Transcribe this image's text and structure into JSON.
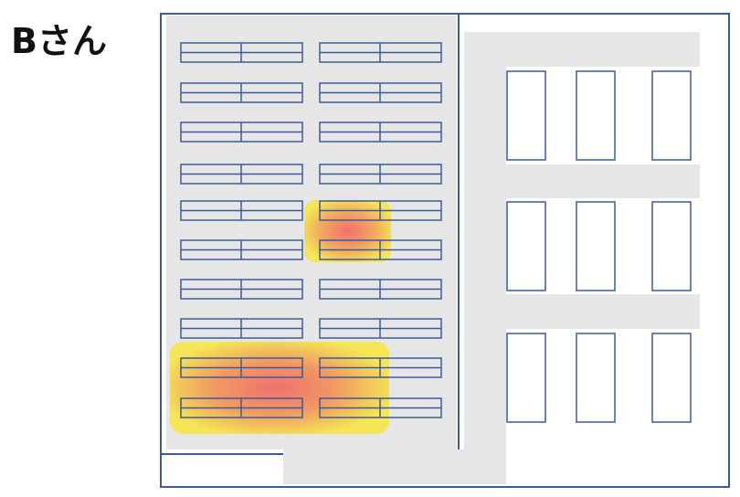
{
  "title": "Bさん",
  "colors": {
    "outline": "#3d5a99",
    "desk": "#3d5a99",
    "floor_fill": "#e6e6e6",
    "background": "#ffffff",
    "heat_low": "#f5e84f",
    "heat_high": "#f07070"
  },
  "heatmap_zones": [
    {
      "name": "zone-center",
      "intensity": 1.0
    },
    {
      "name": "zone-bottom-left",
      "intensity": 1.0
    }
  ]
}
